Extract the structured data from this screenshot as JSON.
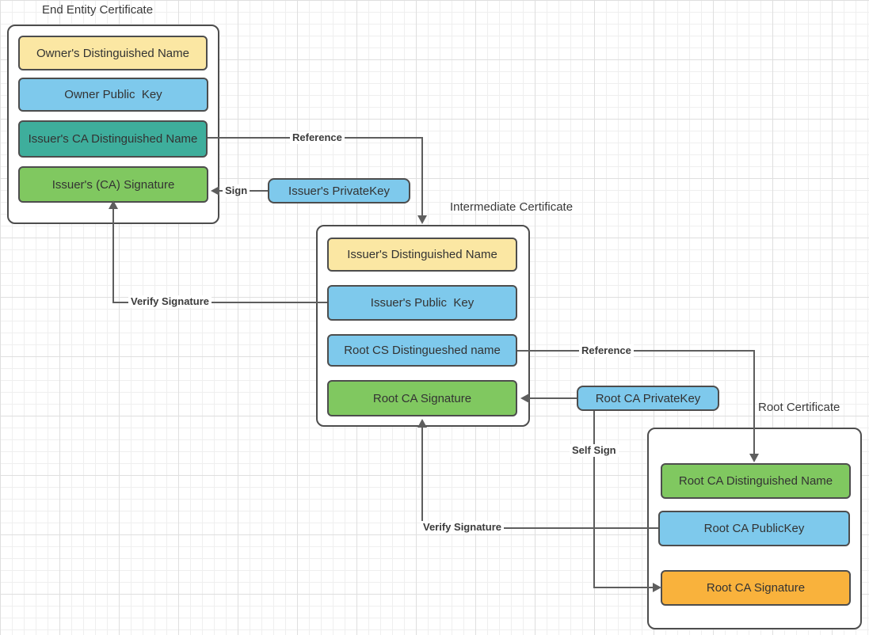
{
  "colors": {
    "yellow": "#FBE7A3",
    "blue": "#7EC9EC",
    "teal": "#3EAE9C",
    "green": "#80C860",
    "orange": "#F9B23C",
    "line": "#5E5E5E",
    "border": "#4D4D4D"
  },
  "certificates": [
    {
      "title": "End Entity Certificate",
      "fields": [
        {
          "label": "Owner's Distinguished Name",
          "fill": "yellow"
        },
        {
          "label": "Owner Public  Key",
          "fill": "blue"
        },
        {
          "label": "Issuer's CA Distinguished Name",
          "fill": "teal"
        },
        {
          "label": "Issuer's (CA) Signature",
          "fill": "green"
        }
      ]
    },
    {
      "title": "Intermediate Certificate",
      "fields": [
        {
          "label": "Issuer's Distinguished Name",
          "fill": "yellow"
        },
        {
          "label": "Issuer's Public  Key",
          "fill": "blue"
        },
        {
          "label": "Root CS Distingueshed name",
          "fill": "blue"
        },
        {
          "label": "Root CA Signature",
          "fill": "green"
        }
      ]
    },
    {
      "title": "Root Certificate",
      "fields": [
        {
          "label": "Root CA Distinguished Name",
          "fill": "green"
        },
        {
          "label": "Root CA PublicKey",
          "fill": "blue"
        },
        {
          "label": "Root CA Signature",
          "fill": "orange"
        }
      ]
    }
  ],
  "keys": [
    {
      "label": "Issuer's PrivateKey",
      "fill": "blue"
    },
    {
      "label": "Root CA PrivateKey",
      "fill": "blue"
    }
  ],
  "edge_labels": {
    "reference_top": "Reference",
    "sign": "Sign",
    "verify_signature_left": "Verify Signature",
    "reference_right": "Reference",
    "self_sign": "Self Sign",
    "verify_signature_bottom": "Verify Signature"
  }
}
